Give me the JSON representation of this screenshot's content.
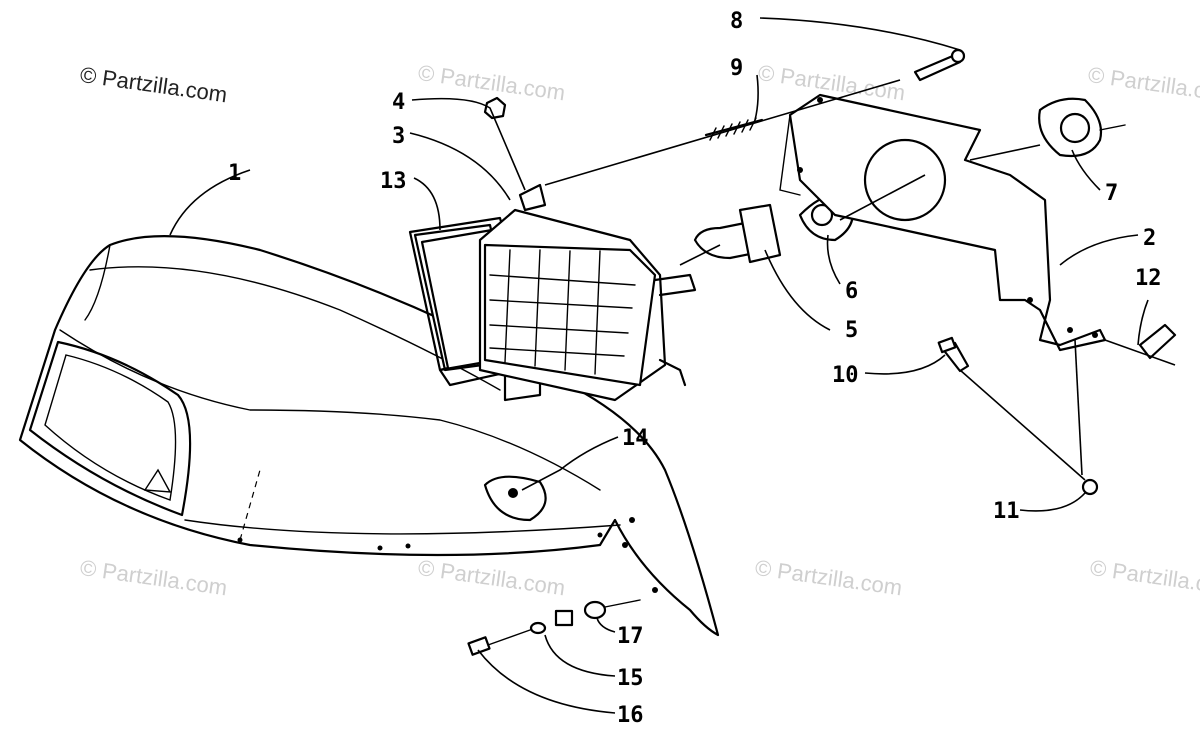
{
  "copyright": "© Partzilla.com",
  "watermark": "© Partzilla.com",
  "callouts": [
    {
      "label": "1"
    },
    {
      "label": "2"
    },
    {
      "label": "3"
    },
    {
      "label": "4"
    },
    {
      "label": "5"
    },
    {
      "label": "6"
    },
    {
      "label": "7"
    },
    {
      "label": "8"
    },
    {
      "label": "9"
    },
    {
      "label": "10"
    },
    {
      "label": "11"
    },
    {
      "label": "12"
    },
    {
      "label": "13"
    },
    {
      "label": "14"
    },
    {
      "label": "15"
    },
    {
      "label": "16"
    },
    {
      "label": "17"
    }
  ]
}
